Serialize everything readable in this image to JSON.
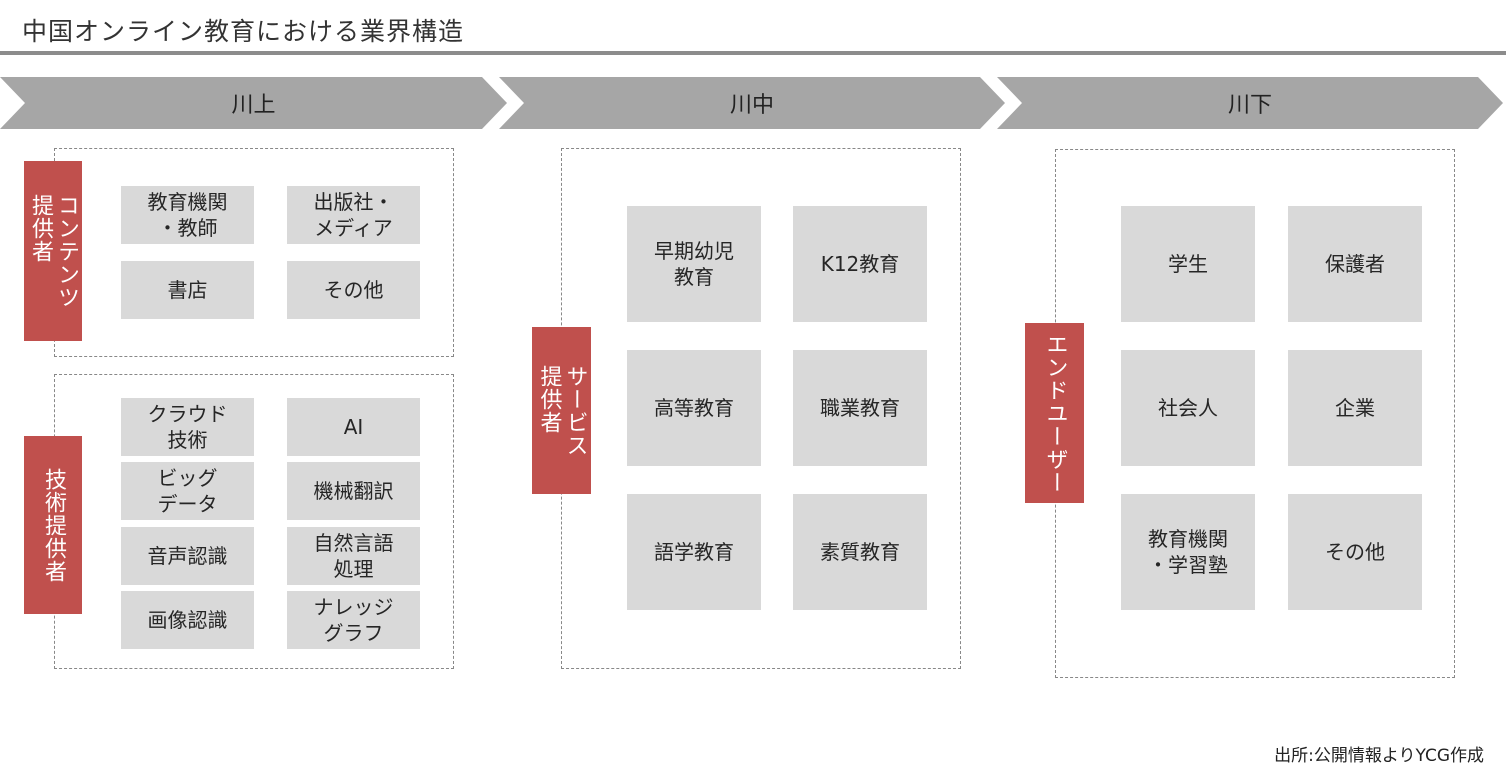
{
  "title": "中国オンライン教育における業界構造",
  "colors": {
    "chevron": "#a6a6a6",
    "label_red": "#c0504d",
    "box_gray": "#d9d9d9",
    "title_rule": "#8c8c8c"
  },
  "stages": {
    "upstream": "川上",
    "midstream": "川中",
    "downstream": "川下"
  },
  "upstream": {
    "content": {
      "label": "コンテンツ\n提供者",
      "items": [
        "教育機関\n・教師",
        "出版社・\nメディア",
        "書店",
        "その他"
      ]
    },
    "tech": {
      "label": "技術提供者",
      "items": [
        "クラウド\n技術",
        "AI",
        "ビッグ\nデータ",
        "機械翻訳",
        "音声認識",
        "自然言語\n処理",
        "画像認識",
        "ナレッジ\nグラフ"
      ]
    }
  },
  "midstream": {
    "label": "サービス\n提供者",
    "items": [
      "早期幼児\n教育",
      "K12教育",
      "高等教育",
      "職業教育",
      "語学教育",
      "素質教育"
    ]
  },
  "downstream": {
    "label": "エンドユーザー",
    "items": [
      "学生",
      "保護者",
      "社会人",
      "企業",
      "教育機関\n・学習塾",
      "その他"
    ]
  },
  "source": "出所:公開情報よりYCG作成"
}
